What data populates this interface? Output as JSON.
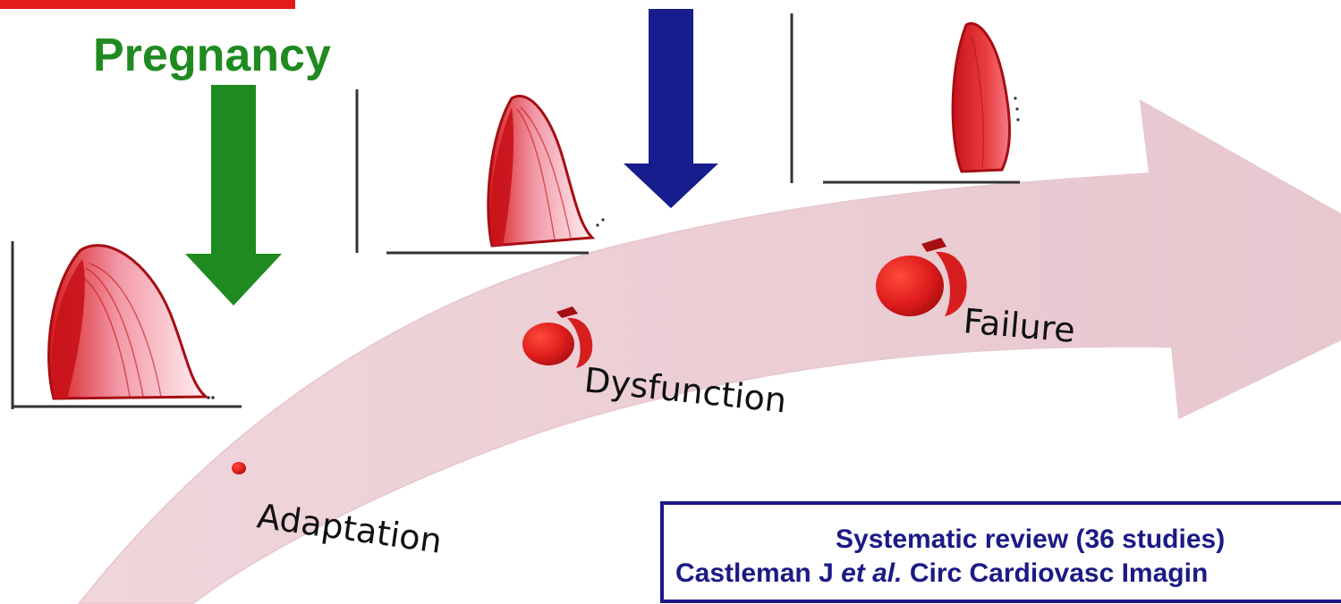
{
  "header": {
    "pregnancy_label": "Pregnancy"
  },
  "stages": [
    {
      "label": "Adaptation"
    },
    {
      "label": "Dysfunction"
    },
    {
      "label": "Failure"
    }
  ],
  "citation": {
    "line1": "Systematic review (36 studies)",
    "line2_author": "Castleman J",
    "line2_etal": "et al.",
    "line2_journal": "Circ Cardiovasc Imagin"
  },
  "colors": {
    "pregnancy_arrow": "#1f8a1f",
    "blue_arrow": "#171d8c",
    "progression_arrow": "#ecd2d7",
    "heart_red": "#d71e1e",
    "citation_border": "#1c1a86",
    "top_bar": "#e51b1b"
  },
  "icons": {
    "pregnancy_arrow": "down-arrow-icon",
    "second_arrow": "down-arrow-icon",
    "progression_arrow": "curved-arrow-icon",
    "heart_symbol": "ventricle-icon",
    "loop_plot": "pressure-volume-loop-icon"
  }
}
